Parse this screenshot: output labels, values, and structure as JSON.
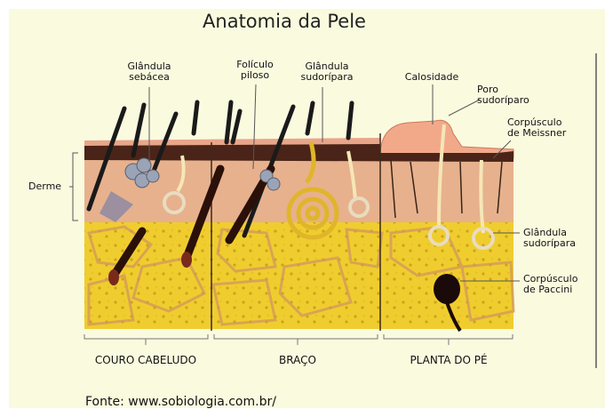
{
  "title": "Anatomia da Pele",
  "labels": {
    "glandula_sebacea": [
      "Glândula",
      "sebácea"
    ],
    "foliculo_piloso": [
      "Folículo",
      "piloso"
    ],
    "glandula_sudoripara_top": [
      "Glândula",
      "sudorípara"
    ],
    "calosidade": "Calosidade",
    "poro_sudoriparo": [
      "Poro",
      "sudoríparo"
    ],
    "corpusculo_meissner": [
      "Corpúsculo",
      "de Meissner"
    ],
    "derme": "Derme",
    "glandula_sudoripara_right": [
      "Glândula",
      "sudorípara"
    ],
    "corpusculo_paccini": [
      "Corpúsculo",
      "de Paccini"
    ]
  },
  "sections": [
    "COURO CABELUDO",
    "BRAÇO",
    "PLANTA DO PÉ"
  ],
  "source": "Fonte: www.sobiologia.com.br/",
  "colors": {
    "background": "#fafadf",
    "epidermis": "#4a2418",
    "dermis": "#e8b08a",
    "fat": "#f2d23c",
    "hair": "#1a1a1a"
  }
}
